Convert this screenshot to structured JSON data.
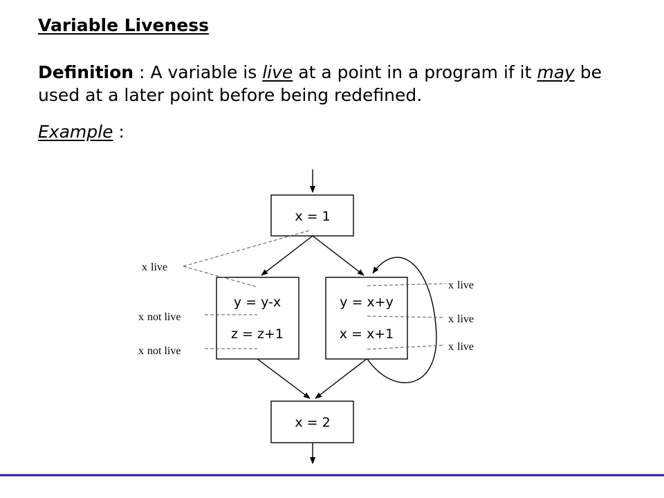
{
  "slide": {
    "title": "Variable Liveness",
    "definition": {
      "label": "Definition",
      "colon": " : ",
      "part1": "A variable is ",
      "live_word": "live",
      "part2": " at a point in a program if it ",
      "may_word": "may",
      "part3": " be used at a later point before being redefined."
    },
    "example": {
      "label": "Example",
      "colon": " :"
    }
  },
  "diagram": {
    "entry_block": "x = 1",
    "left_block": [
      "y = y-x",
      "z = z+1"
    ],
    "right_block": [
      "y = x+y",
      "x = x+1"
    ],
    "exit_block": "x = 2",
    "annotations": {
      "left_top": {
        "var": "x",
        "text": "live"
      },
      "left_mid": {
        "var": "x",
        "text": "not live"
      },
      "left_bot": {
        "var": "x",
        "text": "not live"
      },
      "right_top": {
        "var": "x",
        "text": "live"
      },
      "right_mid": {
        "var": "x",
        "text": "live"
      },
      "right_bot": {
        "var": "x",
        "text": "live"
      }
    }
  },
  "colors": {
    "footer_rule": "#1e1e8c",
    "line": "#000000",
    "dashed": "#555555"
  }
}
